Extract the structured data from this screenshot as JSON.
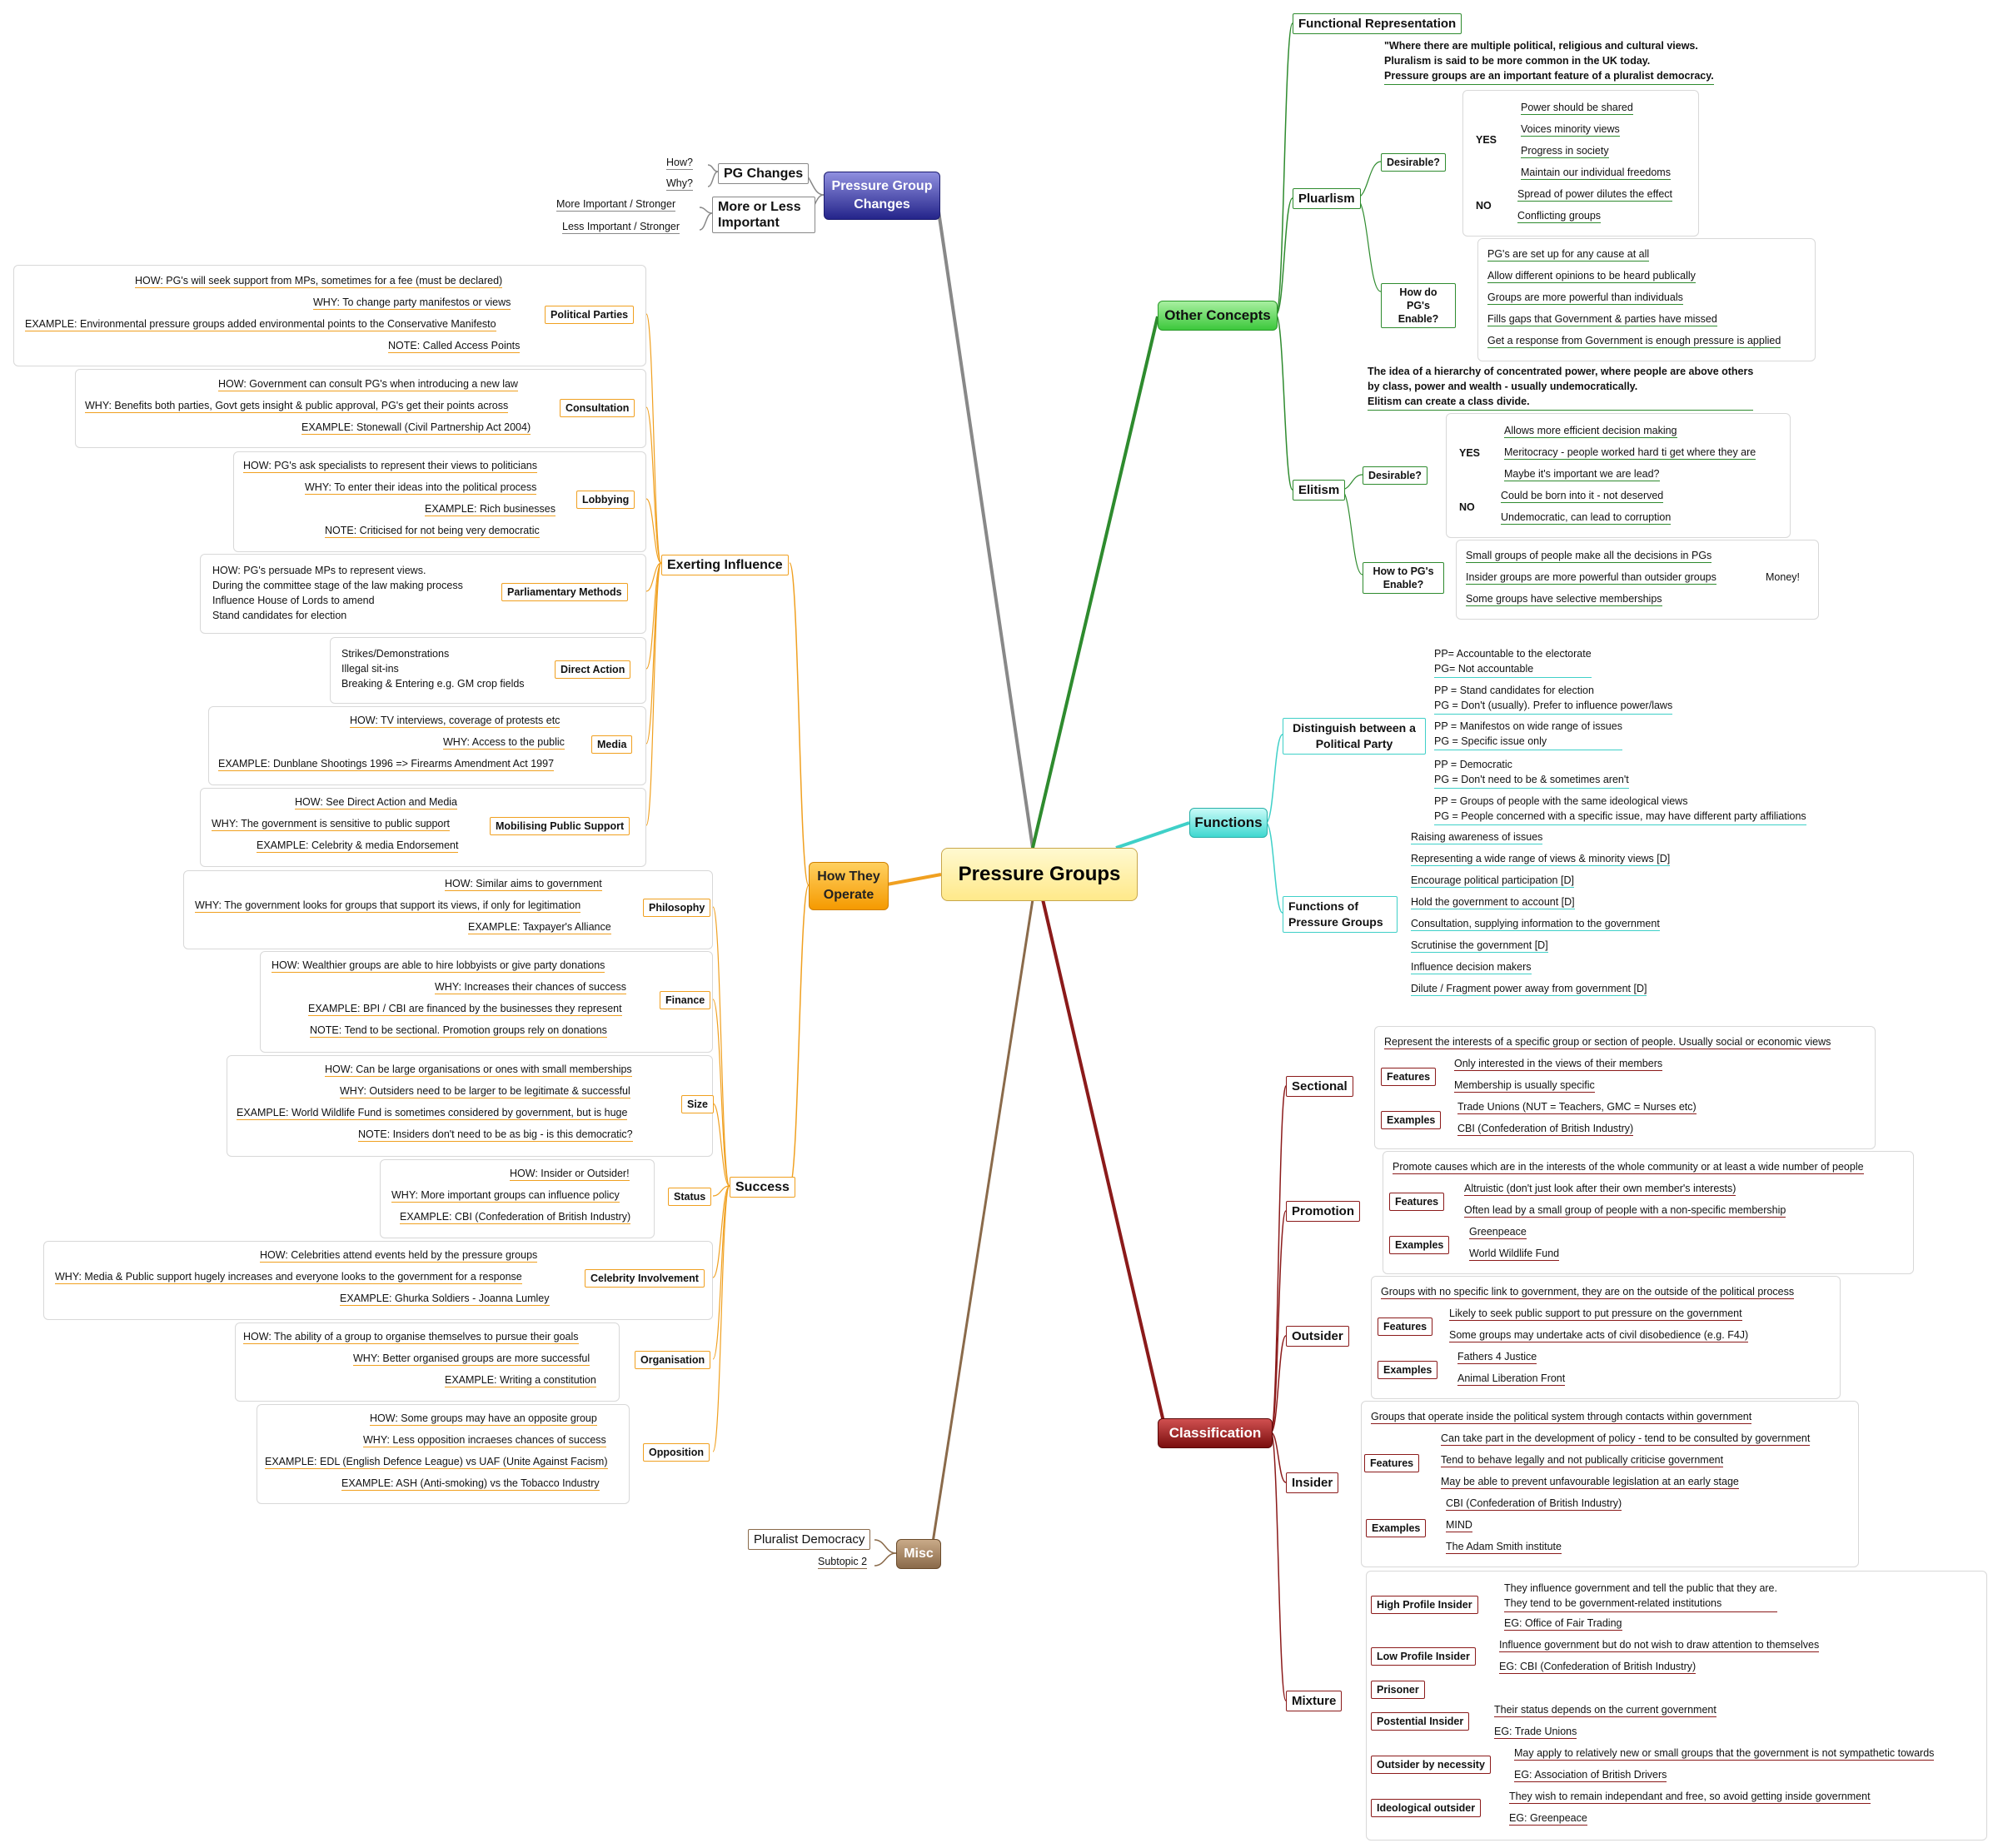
{
  "center": "Pressure Groups",
  "pg_changes": {
    "title": "Pressure Group Changes",
    "pg_changes": "PG Changes",
    "how": "How?",
    "why": "Why?",
    "more_less": "More or Less Important",
    "more": "More Important / Stronger",
    "less": "Less Important / Stronger"
  },
  "operate": {
    "title": "How They Operate",
    "exerting": "Exerting Influence",
    "success": "Success",
    "political_parties": {
      "label": "Political Parties",
      "items": [
        "HOW: PG's will seek support from MPs, sometimes for a fee (must be declared)",
        "WHY: To change party manifestos or views",
        "EXAMPLE: Environmental pressure groups added environmental points to the Conservative Manifesto",
        "NOTE: Called Access Points"
      ]
    },
    "consultation": {
      "label": "Consultation",
      "items": [
        "HOW: Government can consult PG's when introducing a new law",
        "WHY: Benefits both parties, Govt gets insight & public approval, PG's get their points across",
        "EXAMPLE: Stonewall (Civil Partnership Act 2004)"
      ]
    },
    "lobbying": {
      "label": "Lobbying",
      "items": [
        "HOW: PG's ask specialists to represent their views to politicians",
        "WHY: To enter their ideas into the political process",
        "EXAMPLE: Rich businesses",
        "NOTE: Criticised for not being very democratic"
      ]
    },
    "parliamentary": {
      "label": "Parliamentary Methods",
      "text": "HOW: PG's persuade MPs to represent views.\nDuring the committee stage of the law making process\nInfluence House of Lords to amend\nStand candidates for election"
    },
    "direct_action": {
      "label": "Direct Action",
      "text": "Strikes/Demonstrations\nIllegal sit-ins\nBreaking & Entering e.g. GM crop fields"
    },
    "media": {
      "label": "Media",
      "items": [
        "HOW: TV interviews, coverage of protests etc",
        "WHY: Access to the public",
        "EXAMPLE: Dunblane Shootings 1996 => Firearms Amendment Act 1997"
      ]
    },
    "mobilising": {
      "label": "Mobilising Public Support",
      "items": [
        "HOW: See Direct Action and Media",
        "WHY: The government is sensitive to public support",
        "EXAMPLE: Celebrity & media Endorsement"
      ]
    },
    "philosophy": {
      "label": "Philosophy",
      "items": [
        "HOW: Similar aims to government",
        "WHY: The government looks for groups that support its views, if only for legitimation",
        "EXAMPLE: Taxpayer's Alliance"
      ]
    },
    "finance": {
      "label": "Finance",
      "items": [
        "HOW: Wealthier groups are able to hire lobbyists or give party donations",
        "WHY: Increases their chances of success",
        "EXAMPLE: BPI / CBI are financed by the businesses they represent",
        "NOTE: Tend to be sectional. Promotion groups rely on donations"
      ]
    },
    "size": {
      "label": "Size",
      "items": [
        "HOW: Can be large organisations or ones with small memberships",
        "WHY: Outsiders need to be larger to be legitimate & successful",
        "EXAMPLE: World Wildlife Fund is sometimes considered by government, but is huge",
        "NOTE: Insiders don't need to be as big - is this democratic?"
      ]
    },
    "status": {
      "label": "Status",
      "items": [
        "HOW: Insider or Outsider!",
        "WHY: More important groups can influence policy",
        "EXAMPLE: CBI (Confederation of British Industry)"
      ]
    },
    "celebrity": {
      "label": "Celebrity Involvement",
      "items": [
        "HOW: Celebrities attend events held by the pressure groups",
        "WHY: Media & Public support hugely increases and everyone looks to the government for a response",
        "EXAMPLE: Ghurka Soldiers - Joanna Lumley"
      ]
    },
    "organisation": {
      "label": "Organisation",
      "items": [
        "HOW: The ability of a group to organise themselves to pursue their goals",
        "WHY: Better organised groups are more successful",
        "EXAMPLE: Writing a constitution"
      ]
    },
    "opposition": {
      "label": "Opposition",
      "items": [
        "HOW: Some groups may have an opposite group",
        "WHY: Less opposition incraeses chances of success",
        "EXAMPLE: EDL (English Defence League) vs UAF (Unite Against Facism)",
        "EXAMPLE: ASH (Anti-smoking) vs the Tobacco Industry"
      ]
    }
  },
  "misc": {
    "title": "Misc",
    "pluralist": "Pluralist Democracy",
    "subtopic": "Subtopic 2"
  },
  "other": {
    "title": "Other Concepts",
    "functional": "Functional Representation",
    "pluralism": "Pluarlism",
    "pluralism_def": "\"Where there are multiple political, religious and cultural views.\nPluralism is said to be more common in the UK today.\nPressure groups are an important feature of a pluralist democracy.",
    "desirable": "Desirable?",
    "yes": "YES",
    "no": "NO",
    "plur_yes": [
      "Power should be shared",
      "Voices minority views",
      "Progress in society",
      "Maintain our individual freedoms"
    ],
    "plur_no": [
      "Spread of power dilutes the effect",
      "Conflicting groups"
    ],
    "how_enable": "How do PG's Enable?",
    "plur_enable": [
      "PG's are set up for any cause at all",
      "Allow different opinions to be heard publically",
      "Groups are more powerful than individuals",
      "Fills gaps that Government & parties have missed",
      "Get a response from Government is enough pressure is applied"
    ],
    "elitism": "Elitism",
    "elitism_def": "The idea of a hierarchy of concentrated power, where people are above others\nby class, power and wealth - usually undemocratically.\nElitism can create a class divide.",
    "elit_yes": [
      "Allows more efficient decision making",
      "Meritocracy - people worked hard ti get where they are",
      "Maybe it's important we are lead?"
    ],
    "elit_no": [
      "Could be born into it - not deserved",
      "Undemocratic, can lead to corruption"
    ],
    "how_to_enable": "How to PG's Enable?",
    "elit_enable": [
      "Small groups of people make all the decisions in PGs",
      "Insider groups are more powerful than outsider groups",
      "Some groups have selective memberships"
    ],
    "money": "Money!"
  },
  "functions": {
    "title": "Functions",
    "distinguish": "Distinguish between a Political Party",
    "dist_items": [
      "PP= Accountable to the electorate\nPG= Not accountable",
      "PP = Stand candidates for election\nPG = Don't (usually). Prefer to influence power/laws",
      "PP = Manifestos on wide range of issues\nPG = Specific issue only",
      "PP = Democratic\nPG = Don't need to be & sometimes aren't",
      "PP = Groups of people with the same ideological views\nPG = People concerned with a specific issue, may have different party affiliations"
    ],
    "functions_of": "Functions of Pressure Groups",
    "func_items": [
      "Raising awareness of issues",
      "Representing a wide range of views & minority views [D]",
      "Encourage political participation [D]",
      "Hold the government to account [D]",
      "Consultation, supplying information to the government",
      "Scrutinise the government [D]",
      "Influence decision makers",
      "Dilute / Fragment power away from government [D]"
    ]
  },
  "classification": {
    "title": "Classification",
    "features": "Features",
    "examples": "Examples",
    "sectional": {
      "label": "Sectional",
      "def": "Represent the interests of a specific group or section of people. Usually social or economic views",
      "features": [
        "Only interested in the views of their members",
        "Membership is usually specific"
      ],
      "examples": [
        "Trade Unions (NUT = Teachers, GMC = Nurses etc)",
        "CBI (Confederation of British Industry)"
      ]
    },
    "promotion": {
      "label": "Promotion",
      "def": "Promote causes which are in the interests of the whole community or at least a wide number of people",
      "features": [
        "Altruistic (don't just look after their own member's interests)",
        "Often lead by a small group of people with a non-specific membership"
      ],
      "examples": [
        "Greenpeace",
        "World Wildlife Fund"
      ]
    },
    "outsider": {
      "label": "Outsider",
      "def": "Groups with no specific link to government, they are on the outside of the political process",
      "features": [
        "Likely to seek public support to put pressure on the government",
        "Some groups may undertake acts of civil disobedience  (e.g. F4J)"
      ],
      "examples": [
        "Fathers 4 Justice",
        "Animal Liberation Front"
      ]
    },
    "insider": {
      "label": "Insider",
      "def": "Groups that operate inside the political system through contacts within government",
      "features": [
        "Can take part in the development of policy - tend to be consulted by government",
        "Tend to behave legally and not publically criticise government",
        "May be able to prevent unfavourable legislation at an early stage"
      ],
      "examples": [
        "CBI (Confederation of British Industry)",
        "MIND",
        "The Adam Smith institute"
      ]
    },
    "mixture": {
      "label": "Mixture",
      "high": "High Profile Insider",
      "high_items": [
        "They influence government and tell the public that they are.\nThey tend to be government-related institutions",
        "EG: Office of Fair Trading"
      ],
      "low": "Low Profile Insider",
      "low_items": [
        "Influence government but do not wish to draw attention to themselves",
        "EG: CBI (Confederation of British Industry)"
      ],
      "prisoner": "Prisoner",
      "potential": "Postential Insider",
      "potential_items": [
        "Their status depends on the current government",
        "EG: Trade Unions"
      ],
      "necessity": "Outsider by necessity",
      "necessity_items": [
        "May apply to relatively new or small groups that the government is not sympathetic towards",
        "EG: Association of British Drivers"
      ],
      "ideological": "Ideological outsider",
      "ideological_items": [
        "They wish to remain independant and free, so avoid getting inside government",
        "EG: Greenpeace"
      ]
    }
  },
  "colors": {
    "orange": "#f0a020",
    "green": "#2e8b2e",
    "cyan": "#3fd0c8",
    "red": "#8b1a1a",
    "gray": "#888888",
    "brown": "#8a6a4a"
  }
}
